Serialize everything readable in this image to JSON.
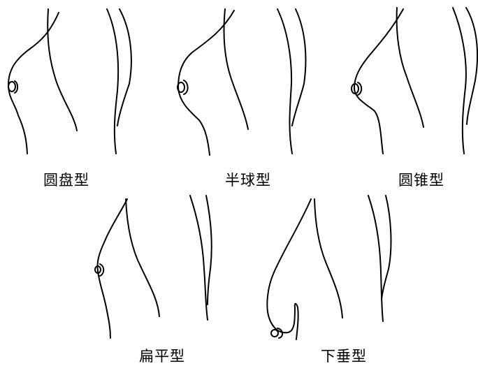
{
  "labels": {
    "round_disc": "圆盘型",
    "hemisphere": "半球型",
    "conical": "圆锥型",
    "flat": "扁平型",
    "pendulous": "下垂型"
  }
}
